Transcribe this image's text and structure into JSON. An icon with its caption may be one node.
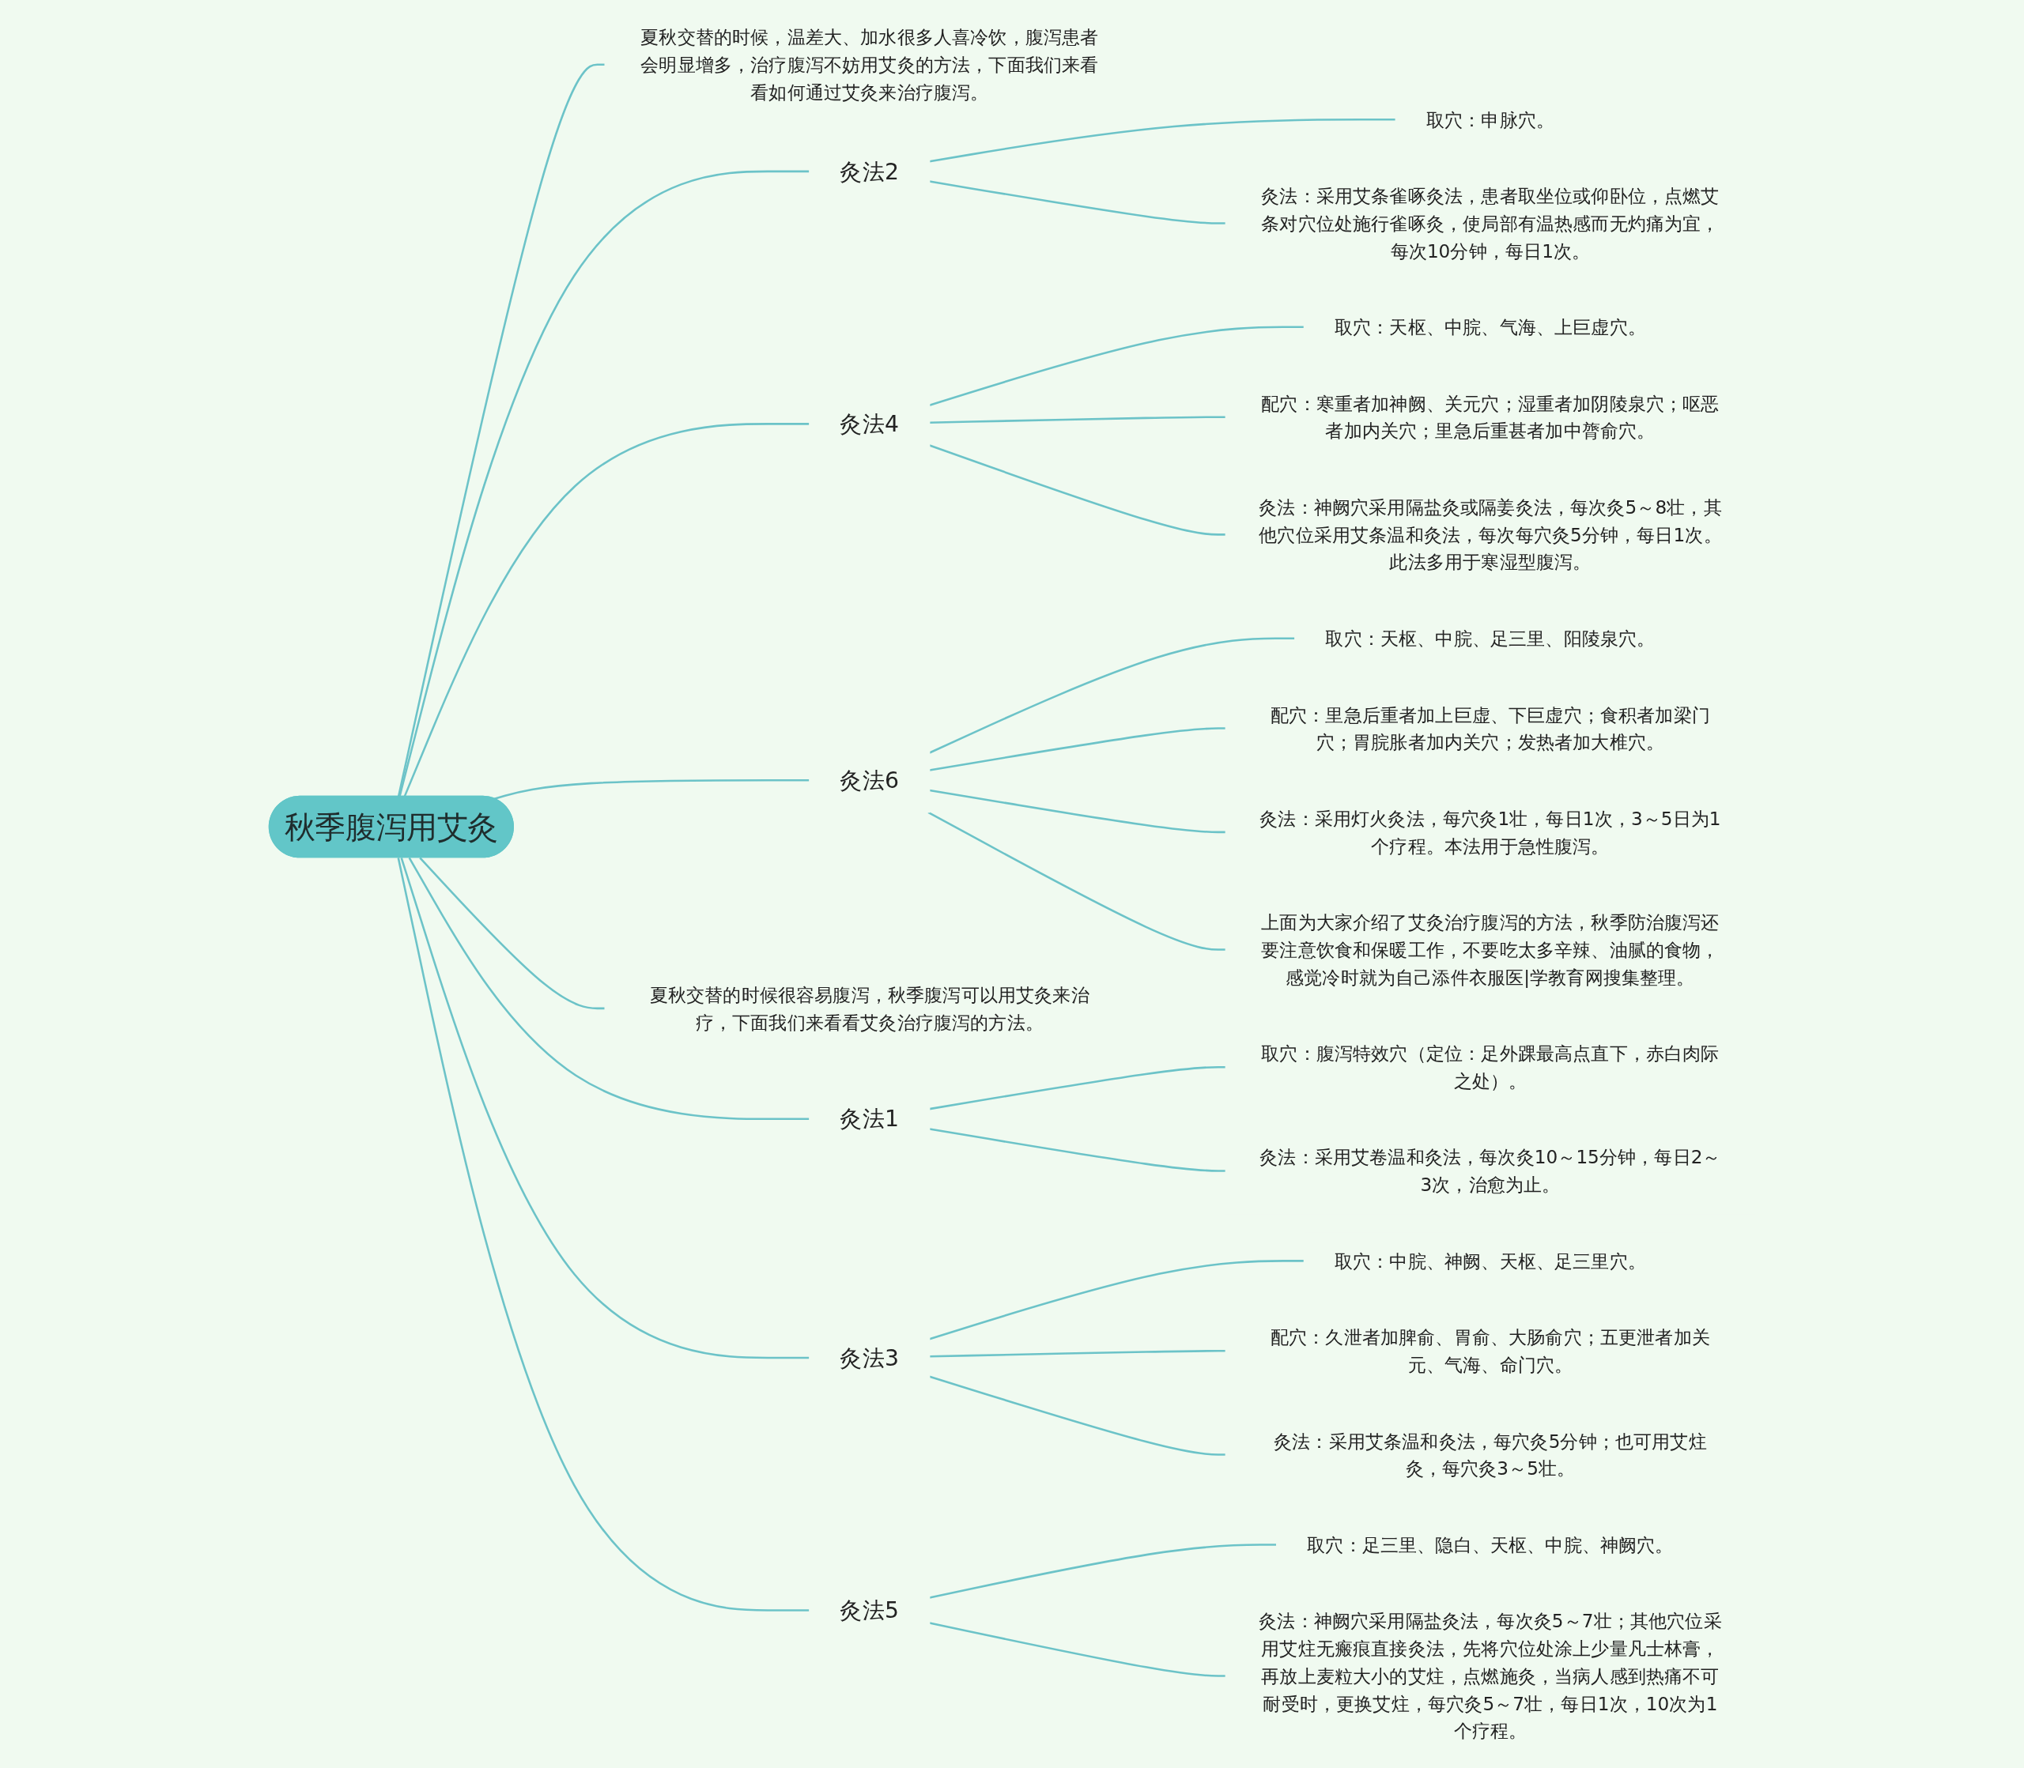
{
  "diagram": {
    "nodes": [
      {
        "text": [
          "秋季腹泻用艾灸"
        ]
      },
      {
        "text": [
          "夏秋交替的时候，温差大、加水很多人喜冷饮，腹泻患者会明显增多，治疗腹泻不妨用艾灸的方法，下面我们来看看如何通过艾灸来治疗腹泻。"
        ]
      },
      {
        "text": [
          "灸法2"
        ]
      },
      {
        "text": [
          "取穴：申脉穴。"
        ]
      },
      {
        "text": [
          "灸法：采用艾条雀啄灸法，患者取坐位或仰卧位，点燃艾条对穴位处施行雀啄灸，使局部有温热感而无灼痛为宜，每次10分钟，每日1次。"
        ]
      },
      {
        "text": [
          "灸法4"
        ]
      },
      {
        "text": [
          "取穴：天枢、中脘、气海、上巨虚穴。"
        ]
      },
      {
        "text": [
          "配穴：寒重者加神阙、关元穴；湿重者加阴陵泉穴；呕恶者加内关穴；里急后重甚者加中膂俞穴。"
        ]
      },
      {
        "text": [
          "灸法：神阙穴采用隔盐灸或隔姜灸法，每次灸5～8壮，其他穴位采用艾条温和灸法，每次每穴灸5分钟，每日1次。此法多用于寒湿型腹泻。"
        ]
      },
      {
        "text": [
          "灸法6"
        ]
      },
      {
        "text": [
          "取穴：天枢、中脘、足三里、阳陵泉穴。"
        ]
      },
      {
        "text": [
          "配穴：里急后重者加上巨虚、下巨虚穴；食积者加梁门穴；胃脘胀者加内关穴；发热者加大椎穴。"
        ]
      },
      {
        "text": [
          "灸法：采用灯火灸法，每穴灸1壮，每日1次，3～5日为1个疗程。本法用于急性腹泻。"
        ]
      },
      {
        "text": [
          "上面为大家介绍了艾灸治疗腹泻的方法，秋季防治腹泻还要注意饮食和保暖工作，不要吃太多辛辣、油腻的食物，感觉冷时就为自己添件衣服医|学教育网搜集整理。"
        ]
      },
      {
        "text": [
          "夏秋交替的时候很容易腹泻，秋季腹泻可以用艾灸来治疗，下面我们来看看艾灸治疗腹泻的方法。"
        ]
      },
      {
        "text": [
          "灸法1"
        ]
      },
      {
        "text": [
          "取穴：腹泻特效穴（定位：足外踝最高点直下，赤白肉际之处）。"
        ]
      },
      {
        "text": [
          "灸法：采用艾卷温和灸法，每次灸10～15分钟，每日2～3次，治愈为止。"
        ]
      },
      {
        "text": [
          "灸法3"
        ]
      },
      {
        "text": [
          "取穴：中脘、神阙、天枢、足三里穴。"
        ]
      },
      {
        "text": [
          "配穴：久泄者加脾俞、胃俞、大肠俞穴；五更泄者加关元、气海、命门穴。"
        ]
      },
      {
        "text": [
          "灸法：采用艾条温和灸法，每穴灸5分钟；也可用艾炷灸，每穴灸3～5壮。"
        ]
      },
      {
        "text": [
          "灸法5"
        ]
      },
      {
        "text": [
          "取穴：足三里、隐白、天枢、中脘、神阙穴。"
        ]
      },
      {
        "text": [
          "灸法：神阙穴采用隔盐灸法，每次灸5～7壮；其他穴位采用艾炷无瘢痕直接灸法，先将穴位处涂上少量凡士林膏，再放上麦粒大小的艾炷，点燃施灸，当病人感到热痛不可耐受时，更换艾炷，每穴灸5～7壮，每日1次，10次为1个疗程。"
        ]
      }
    ],
    "edges": [
      {
        "from": 0,
        "to": 1,
        "arrow": "none"
      },
      {
        "from": 0,
        "to": 2,
        "arrow": "none"
      },
      {
        "from": 2,
        "to": 3,
        "arrow": "none"
      },
      {
        "from": 2,
        "to": 4,
        "arrow": "none"
      },
      {
        "from": 0,
        "to": 5,
        "arrow": "none"
      },
      {
        "from": 5,
        "to": 6,
        "arrow": "none"
      },
      {
        "from": 5,
        "to": 7,
        "arrow": "none"
      },
      {
        "from": 5,
        "to": 8,
        "arrow": "none"
      },
      {
        "from": 0,
        "to": 9,
        "arrow": "none"
      },
      {
        "from": 9,
        "to": 10,
        "arrow": "none"
      },
      {
        "from": 9,
        "to": 11,
        "arrow": "none"
      },
      {
        "from": 9,
        "to": 12,
        "arrow": "none"
      },
      {
        "from": 9,
        "to": 13,
        "arrow": "none"
      },
      {
        "from": 0,
        "to": 14,
        "arrow": "none"
      },
      {
        "from": 0,
        "to": 15,
        "arrow": "none"
      },
      {
        "from": 15,
        "to": 16,
        "arrow": "none"
      },
      {
        "from": 15,
        "to": 17,
        "arrow": "none"
      },
      {
        "from": 0,
        "to": 18,
        "arrow": "none"
      },
      {
        "from": 18,
        "to": 19,
        "arrow": "none"
      },
      {
        "from": 18,
        "to": 20,
        "arrow": "none"
      },
      {
        "from": 18,
        "to": 21,
        "arrow": "none"
      },
      {
        "from": 0,
        "to": 22,
        "arrow": "none"
      },
      {
        "from": 22,
        "to": 23,
        "arrow": "none"
      },
      {
        "from": 22,
        "to": 24,
        "arrow": "none"
      }
    ]
  }
}
